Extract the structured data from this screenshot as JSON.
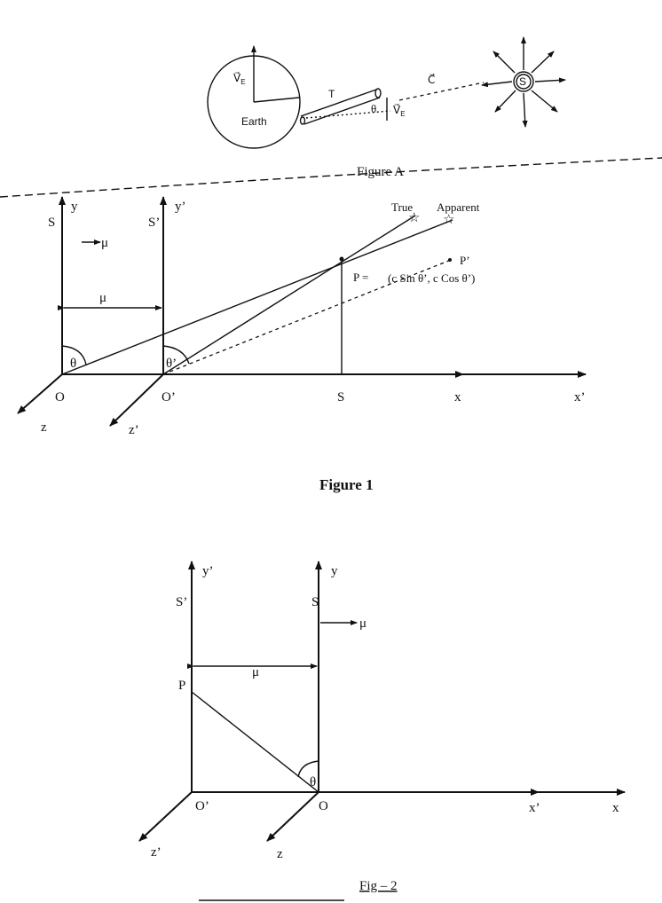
{
  "figure_a": {
    "caption": "Figure A",
    "earth_label": "Earth",
    "ve_label": "V⃗",
    "ve_sub": "E",
    "telescope_label": "T",
    "theta_label": "θ",
    "c_label": "C⃗",
    "star_label": "S"
  },
  "figure_1": {
    "caption": "Figure 1",
    "y_label": "y",
    "y_prime_label": "y’",
    "s_label": "S",
    "s_prime_label": "S’",
    "mu_label": "μ",
    "mu_arrow_label": "μ",
    "theta_label": "θ",
    "theta_prime_label": "θ’",
    "o_label": "O",
    "o_prime_label": "O’",
    "s_foot_label": "S",
    "x_label": "x",
    "x_prime_label": "x’",
    "z_label": "z",
    "z_prime_label": "z’",
    "true_label": "True",
    "apparent_label": "Apparent",
    "p_label": "P  =",
    "p_coords": "(c Sin θ’, c Cos θ’)",
    "p_prime_label": "P’"
  },
  "figure_2": {
    "caption": "Fig – 2",
    "y_prime_label": "y’",
    "y_label": "y",
    "s_prime_label": "S’",
    "s_label": "S",
    "mu_arrow_label": "μ",
    "mu_label": "μ",
    "p_label": "P",
    "theta_label": "θ",
    "o_prime_label": "O’",
    "o_label": "O",
    "x_prime_label": "x’",
    "x_label": "x",
    "z_prime_label": "z’",
    "z_label": "z"
  }
}
